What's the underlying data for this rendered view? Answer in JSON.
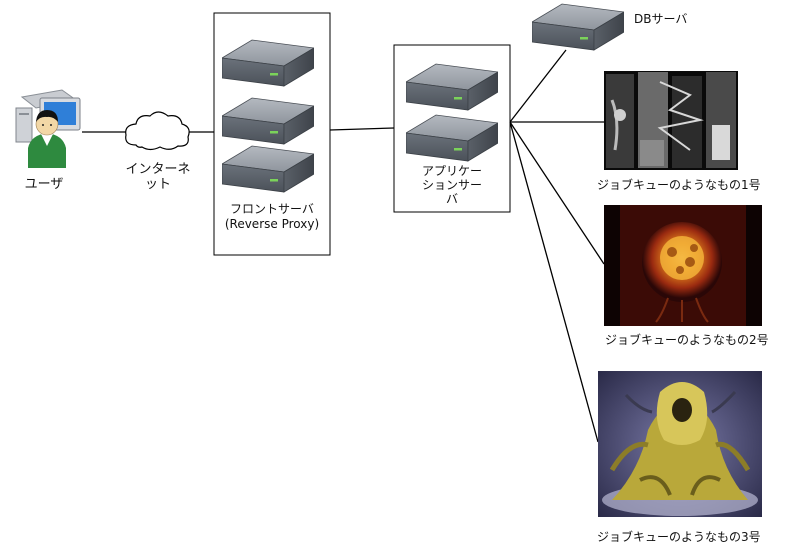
{
  "nodes": {
    "user": {
      "label": "ユーザ",
      "icon": "user-computer-icon"
    },
    "internet": {
      "label_line1": "インターネ",
      "label_line2": "ット",
      "icon": "cloud-icon"
    },
    "front_server": {
      "label_line1": "フロントサーバ",
      "label_line2": "(Reverse Proxy)",
      "icon": "server-icon"
    },
    "app_server": {
      "label_line1": "アプリケー",
      "label_line2": "ションサー",
      "label_line3": "バ",
      "icon": "server-icon"
    },
    "db_server": {
      "label": "DBサーバ",
      "icon": "server-icon"
    },
    "job_queue_1": {
      "label": "ジョブキューのようなもの1号",
      "image": "dark-monochrome-artwork"
    },
    "job_queue_2": {
      "label": "ジョブキューのようなもの2号",
      "image": "glowing-orb-artwork"
    },
    "job_queue_3": {
      "label": "ジョブキューのようなもの3号",
      "image": "yellow-creature-artwork"
    }
  },
  "colors": {
    "server_top": "#9aa0a8",
    "server_front": "#5f6670",
    "server_led": "#7bd35a",
    "line": "#000000",
    "box_border": "#000000"
  }
}
